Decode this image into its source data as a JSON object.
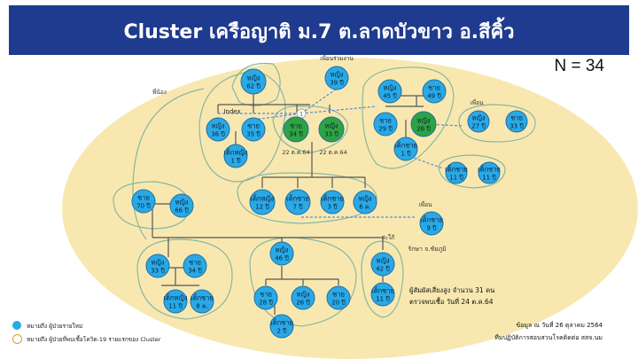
{
  "title": "Cluster เครือญาติ ม.7 ต.ลาดบัวขาว อ.สีคิ้ว",
  "n_label": "N = 34",
  "colors": {
    "title_bg": "#1f3b8f",
    "ellipse": "#f8e8b0",
    "node_blue": "#29a9e6",
    "node_green": "#2fa341",
    "group_stroke": "#8ab6a0",
    "link": "#555555",
    "dashed": "#5b8bd8"
  },
  "labels": {
    "coworker": "เพื่อนร่วมงาน",
    "sibling": "พี่น้อง",
    "index": "Index",
    "friend1": "เพื่อน",
    "friend2": "เพื่อน",
    "husband": "สะใภ้",
    "date_a": "22 ต.ค.64",
    "date_b": "22 ต.ค.64",
    "hospital": "รักษา จ.ชัยภูมิ"
  },
  "nodes": [
    {
      "l1": "หญิง",
      "l2": "62 ปี",
      "c": "blue"
    },
    {
      "l1": "หญิง",
      "l2": "39 ปี",
      "c": "blue"
    },
    {
      "l1": "หญิง",
      "l2": "36 ปี",
      "c": "blue"
    },
    {
      "l1": "ชาย",
      "l2": "35 ปี",
      "c": "blue"
    },
    {
      "l1": "ชาย",
      "l2": "34 ปี",
      "c": "green"
    },
    {
      "l1": "หญิง",
      "l2": "33 ปี",
      "c": "green"
    },
    {
      "l1": "เด็กหญิง",
      "l2": "1 ปี",
      "c": "blue"
    },
    {
      "l1": "หญิง",
      "l2": "45 ปี",
      "c": "blue"
    },
    {
      "l1": "ชาย",
      "l2": "49 ปี",
      "c": "blue"
    },
    {
      "l1": "ชาย",
      "l2": "29 ปี",
      "c": "blue"
    },
    {
      "l1": "หญิง",
      "l2": "26 ปี",
      "c": "green"
    },
    {
      "l1": "หญิง",
      "l2": "27 ปี",
      "c": "blue"
    },
    {
      "l1": "ชาย",
      "l2": "33 ปี",
      "c": "blue"
    },
    {
      "l1": "เด็กชาย",
      "l2": "1 ปี",
      "c": "blue"
    },
    {
      "l1": "เด็กชาย",
      "l2": "11 ปี",
      "c": "blue"
    },
    {
      "l1": "เด็กชาย",
      "l2": "11 ปี",
      "c": "blue"
    },
    {
      "l1": "ชาย",
      "l2": "70 ปี",
      "c": "blue"
    },
    {
      "l1": "หญิง",
      "l2": "66 ปี",
      "c": "blue"
    },
    {
      "l1": "เด็กหญิง",
      "l2": "12 ปี",
      "c": "blue"
    },
    {
      "l1": "เด็กชาย",
      "l2": "7 ปี",
      "c": "blue"
    },
    {
      "l1": "เด็กชาย",
      "l2": "3 ปี",
      "c": "blue"
    },
    {
      "l1": "หญิง",
      "l2": "6 ด.",
      "c": "blue"
    },
    {
      "l1": "เด็กชาย",
      "l2": "9 ปี",
      "c": "blue"
    },
    {
      "l1": "หญิง",
      "l2": "33 ปี",
      "c": "blue"
    },
    {
      "l1": "ชาย",
      "l2": "34 ปี",
      "c": "blue"
    },
    {
      "l1": "เด็กหญิง",
      "l2": "11 ปี",
      "c": "blue"
    },
    {
      "l1": "เด็กชาย",
      "l2": "8 ด.",
      "c": "blue"
    },
    {
      "l1": "หญิง",
      "l2": "46 ปี",
      "c": "blue"
    },
    {
      "l1": "ชาย",
      "l2": "28 ปี",
      "c": "blue"
    },
    {
      "l1": "หญิง",
      "l2": "26 ปี",
      "c": "blue"
    },
    {
      "l1": "ชาย",
      "l2": "20 ปี",
      "c": "blue"
    },
    {
      "l1": "เด็กชาย",
      "l2": "2 ปี",
      "c": "blue"
    },
    {
      "l1": "หญิง",
      "l2": "42 ปี",
      "c": "blue"
    },
    {
      "l1": "เด็กชาย",
      "l2": "11 ปี",
      "c": "blue"
    }
  ],
  "summary": {
    "line1": "ผู้สัมผัสเสี่ยงสูง จำนวน 31 คน",
    "line2": "ตรวจพบเชื้อ วันที่ 24 ต.ค.64"
  },
  "legend": {
    "item1": "หมายถึง ผู้ป่วยรายใหม่",
    "item2": "หมายถึง ผู้ป่วยที่พบเชื้อโควิด-19 รายแรกของ Cluster",
    "marker": "1"
  },
  "footer": {
    "line1": "ข้อมูล ณ วันที่ 26 ตุลาคม 2564",
    "line2": "ทีมปฏิบัติการสอบสวนโรคติดต่อ สสจ.นม"
  }
}
